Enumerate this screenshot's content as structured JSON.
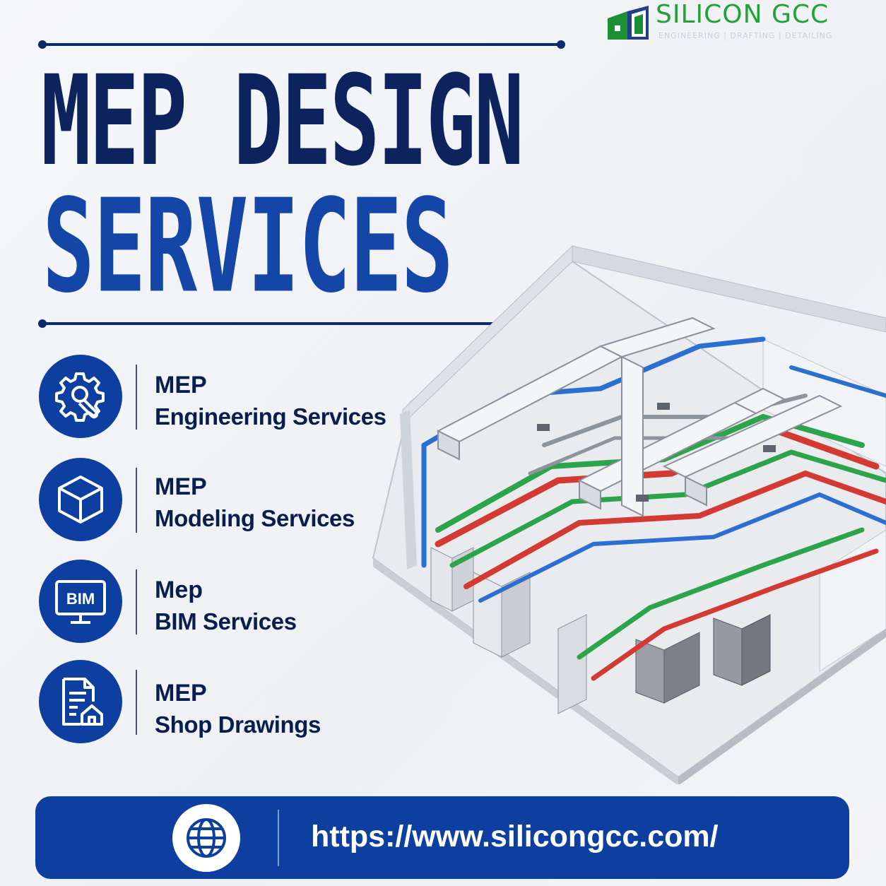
{
  "brand": {
    "name": "SILICON GCC",
    "tagline": "ENGINEERING  |  DRAFTING  |  DETAILING",
    "color": "#20a437"
  },
  "title": {
    "line1": "MEP DESIGN",
    "line2": "SERVICES",
    "line1_color": "#0c235e",
    "line2_color": "#1446a8"
  },
  "services": [
    {
      "icon": "gear-wrench-icon",
      "line1": "MEP",
      "line2": "Engineering Services"
    },
    {
      "icon": "cube-icon",
      "line1": "MEP",
      "line2": "Modeling Services"
    },
    {
      "icon": "bim-monitor-icon",
      "line1": "Mep",
      "line2": "BIM Services",
      "icon_text": "BIM"
    },
    {
      "icon": "document-house-icon",
      "line1": "MEP",
      "line2": "Shop Drawings"
    }
  ],
  "footer": {
    "url": "https://www.silicongcc.com/",
    "icon": "globe-icon"
  },
  "colors": {
    "accent": "#0d3fa0",
    "navy": "#0c235e",
    "pipe_red": "#d23a32",
    "pipe_green": "#2da44a",
    "pipe_blue": "#2b6fd0"
  }
}
